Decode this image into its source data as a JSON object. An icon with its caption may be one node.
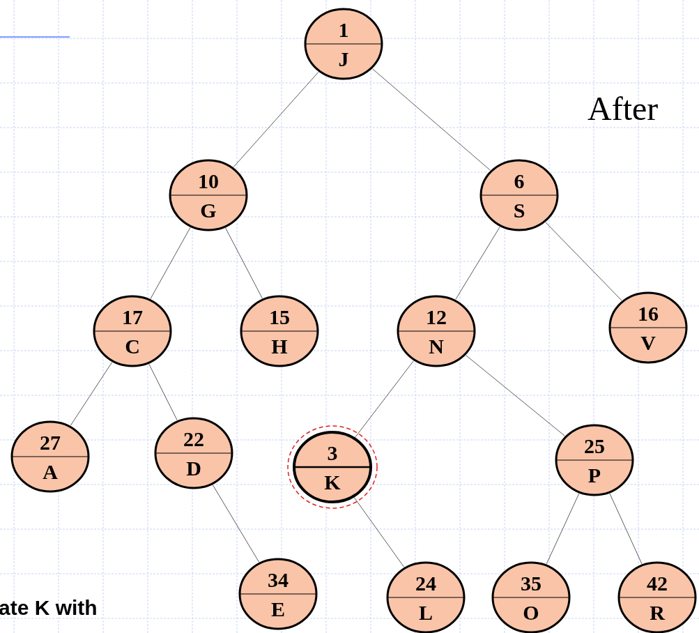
{
  "diagram": {
    "nodes": [
      {
        "text": [
          "1",
          "J"
        ]
      },
      {
        "text": [
          "10",
          "G"
        ]
      },
      {
        "text": [
          "6",
          "S"
        ]
      },
      {
        "text": [
          "17",
          "C"
        ]
      },
      {
        "text": [
          "15",
          "H"
        ]
      },
      {
        "text": [
          "12",
          "N"
        ]
      },
      {
        "text": [
          "16",
          "V"
        ]
      },
      {
        "text": [
          "27",
          "A"
        ]
      },
      {
        "text": [
          "22",
          "D"
        ]
      },
      {
        "text": [
          "3",
          "K"
        ]
      },
      {
        "text": [
          "25",
          "P"
        ]
      },
      {
        "text": [
          "34",
          "E"
        ]
      },
      {
        "text": [
          "24",
          "L"
        ]
      },
      {
        "text": [
          "35",
          "O"
        ]
      },
      {
        "text": [
          "42",
          "R"
        ]
      }
    ],
    "edges": [
      {
        "from": 0,
        "to": 1,
        "arrow": "none"
      },
      {
        "from": 0,
        "to": 2,
        "arrow": "none"
      },
      {
        "from": 1,
        "to": 3,
        "arrow": "none"
      },
      {
        "from": 1,
        "to": 4,
        "arrow": "none"
      },
      {
        "from": 2,
        "to": 5,
        "arrow": "none"
      },
      {
        "from": 2,
        "to": 6,
        "arrow": "none"
      },
      {
        "from": 3,
        "to": 7,
        "arrow": "none"
      },
      {
        "from": 3,
        "to": 8,
        "arrow": "none"
      },
      {
        "from": 5,
        "to": 9,
        "arrow": "none"
      },
      {
        "from": 5,
        "to": 10,
        "arrow": "none"
      },
      {
        "from": 8,
        "to": 11,
        "arrow": "none"
      },
      {
        "from": 9,
        "to": 12,
        "arrow": "none"
      },
      {
        "from": 10,
        "to": 13,
        "arrow": "none"
      },
      {
        "from": 10,
        "to": 14,
        "arrow": "none"
      }
    ],
    "labels": [
      "After",
      "ate K with"
    ]
  }
}
